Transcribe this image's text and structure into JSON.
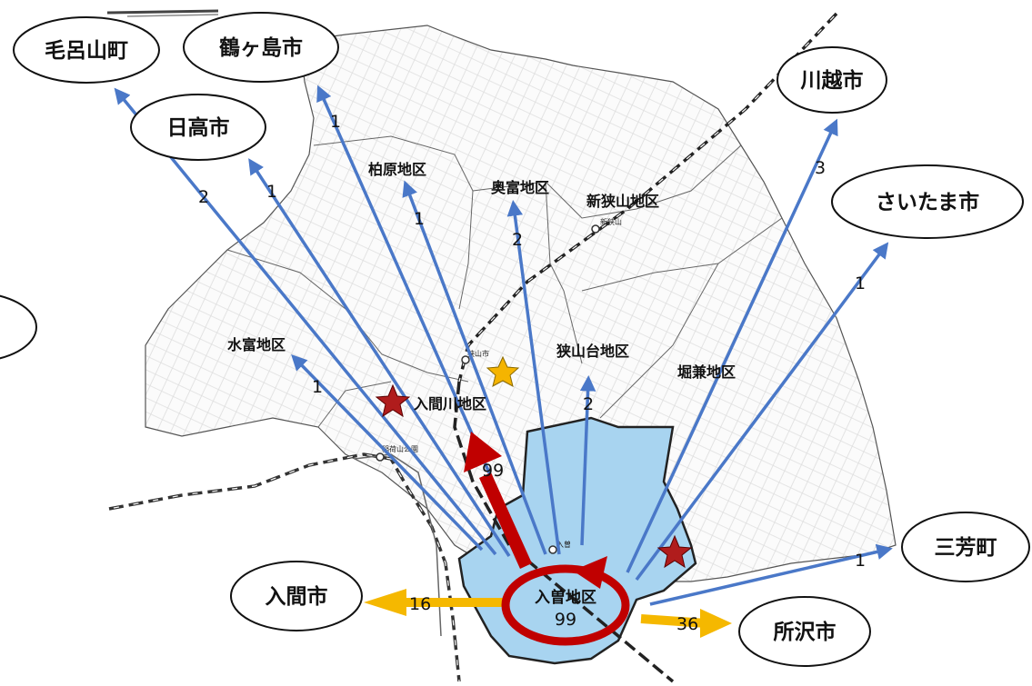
{
  "origin": {
    "name": "入曽地区",
    "value": "99"
  },
  "districts": {
    "kashiwabara": "柏原地区",
    "okutomi": "奥富地区",
    "shinsayama": "新狭山地区",
    "mizutomi": "水富地区",
    "sayamadai": "狭山台地区",
    "horikane": "堀兼地区",
    "irumagawa": "入間川地区"
  },
  "destinations": {
    "moroyama": "毛呂山町",
    "tsurugashima": "鶴ヶ島市",
    "hidaka": "日高市",
    "kawagoe": "川越市",
    "saitama": "さいたま市",
    "miyoshi": "三芳町",
    "iruma": "入間市",
    "tokorozawa": "所沢市"
  },
  "flows": {
    "moroyama": "2",
    "tsurugashima": "1",
    "hidaka": "1",
    "kashiwabara": "1",
    "okutomi": "2",
    "mizutomi": "1",
    "sayamadai": "2",
    "kawagoe": "3",
    "saitama": "1",
    "miyoshi": "1",
    "irumagawa": "99",
    "iruma": "16",
    "tokorozawa": "36"
  },
  "stations": {
    "shinsayama": "新狭山",
    "sayamashi": "狭山市",
    "iriso": "入曽",
    "inariyama": "稲荷山公園"
  },
  "markers": {
    "city_hall_star_color": "#f5b400",
    "facility_star_color": "#b01c1c"
  },
  "colors": {
    "flow_line": "#4a78c8",
    "outflow_arrow": "#f5b800",
    "internal_flow": "#c00000",
    "origin_area": "#a8d4f0"
  }
}
